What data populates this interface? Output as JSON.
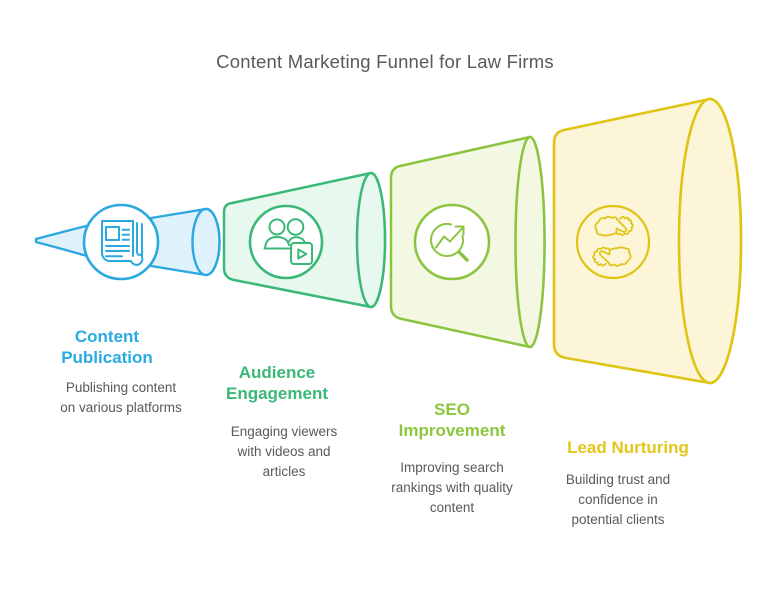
{
  "title": "Content Marketing Funnel for Law Firms",
  "text_color": "#58595B",
  "stages": [
    {
      "name": "Content Publication",
      "name_lines": [
        "Content",
        "Publication"
      ],
      "description": "Publishing content on various platforms",
      "description_lines": [
        "Publishing content",
        "on various platforms"
      ],
      "color": "#29ABE2",
      "fill": "#DFF2FC",
      "icon": "newspaper-icon"
    },
    {
      "name": "Audience Engagement",
      "name_lines": [
        "Audience",
        "Engagement"
      ],
      "description": "Engaging viewers with videos and articles",
      "description_lines": [
        "Engaging viewers",
        "with videos and",
        "articles"
      ],
      "color": "#3BB878",
      "fill": "#E7F8EF",
      "icon": "audience-video-icon"
    },
    {
      "name": "SEO Improvement",
      "name_lines": [
        "SEO",
        "Improvement"
      ],
      "description": "Improving search rankings with quality content",
      "description_lines": [
        "Improving search",
        "rankings with quality",
        "content"
      ],
      "color": "#8CC63F",
      "fill": "#F2F8E2",
      "icon": "search-trend-icon"
    },
    {
      "name": "Lead Nurturing",
      "name_lines": [
        "Lead Nurturing"
      ],
      "description": "Building trust and confidence in potential clients",
      "description_lines": [
        "Building trust and",
        "confidence in",
        "potential clients"
      ],
      "color": "#E3C617",
      "fill": "#FCF5D7",
      "icon": "nurturing-hands-icon"
    }
  ]
}
